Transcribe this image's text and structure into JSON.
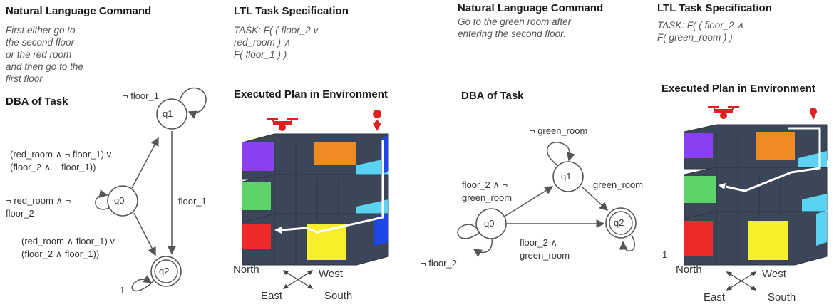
{
  "left": {
    "nl_title": "Natural Language Command",
    "nl_text_lines": [
      "First either go to",
      "the second floor",
      "or the red room",
      "and then go to the",
      "first floor"
    ],
    "ltl_title": "LTL Task Specification",
    "ltl_text_lines": [
      "TASK: F( ( floor_2 v",
      "red_room ) ∧",
      "F( floor_1 ) )"
    ],
    "dba_title": "DBA of Task",
    "plan_title": "Executed Plan in Environment",
    "nodes": {
      "q0": "q0",
      "q1": "q1",
      "q2": "q2"
    },
    "edges": {
      "q1_self": "¬ floor_1",
      "q0_q1_lines": [
        "(red_room ∧ ¬ floor_1) v",
        "(floor_2 ∧ ¬ floor_1))"
      ],
      "q0_self_lines": [
        "¬ red_room ∧ ¬",
        "floor_2"
      ],
      "q1_q2": "floor_1",
      "q0_q2_lines": [
        "(red_room ∧ floor_1) v",
        "(floor_2 ∧ floor_1))"
      ],
      "q2_self": "1"
    },
    "compass": {
      "north": "North",
      "west": "West",
      "east": "East",
      "south": "South"
    }
  },
  "right": {
    "nl_title": "Natural Language Command",
    "nl_text_lines": [
      "Go to the green room after",
      "entering the second floor."
    ],
    "ltl_title": "LTL Task Specification",
    "ltl_text_lines": [
      "TASK: F( ( floor_2 ∧",
      "F( green_room ) )"
    ],
    "dba_title": "DBA of Task",
    "plan_title": "Executed Plan in Environment",
    "nodes": {
      "q0": "q0",
      "q1": "q1",
      "q2": "q2"
    },
    "edges": {
      "q1_self": "¬ green_room",
      "q0_q1_lines": [
        "floor_2 ∧ ¬",
        "green_room"
      ],
      "q1_q2": "green_room",
      "q0_q2_lines": [
        "floor_2 ∧",
        "green_room"
      ],
      "q0_self": "¬ floor_2",
      "q2_self": "1"
    },
    "compass": {
      "north": "North",
      "west": "West",
      "east": "East",
      "south": "South"
    }
  },
  "colors": {
    "dark_block": "#3b4658",
    "purple": "#8a3ff0",
    "orange": "#f08a24",
    "green": "#5cd46a",
    "cyan": "#5ad2f2",
    "red": "#ee2a2a",
    "yellow": "#f7ee2c",
    "blue": "#1e46e8",
    "drone": "#e02020",
    "path": "#ffffff"
  }
}
